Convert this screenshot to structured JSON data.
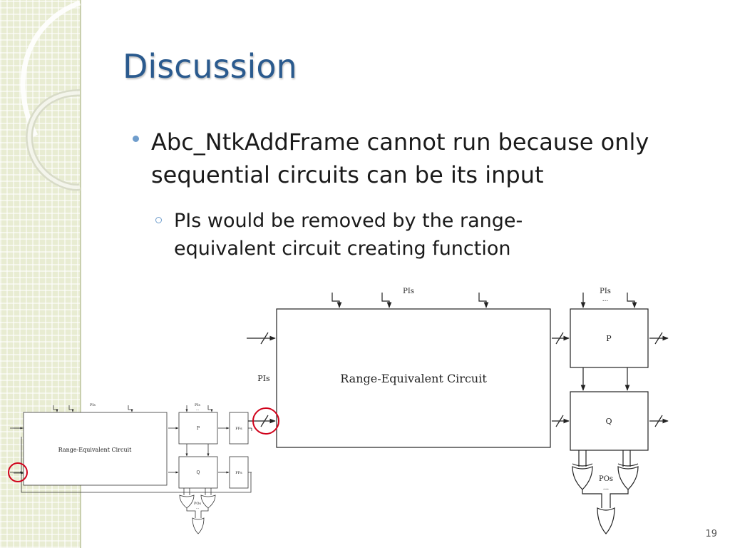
{
  "slide": {
    "title": "Discussion",
    "bullet_1": "Abc_NtkAddFrame cannot run because only sequential circuits can be its input",
    "bullet_1_1": "PIs would be removed by the range-equivalent circuit creating function",
    "page_number": "19"
  },
  "large_diagram": {
    "top_pis_label": "PIs",
    "left_pis_label": "PIs",
    "main_block_label": "Range-Equivalent Circuit",
    "right_pis_label": "PIs",
    "right_dots_top": "...",
    "register_p_label": "P",
    "register_q_label": "Q",
    "pos_label": "POs",
    "pos_dots": "..."
  },
  "small_diagram": {
    "top_pis_label": "PIs",
    "main_block_label": "Range-Equivalent Circuit",
    "right_pis_label": "PIs",
    "right_dots_top": "...",
    "register_p_label": "P",
    "register_q_label": "Q",
    "ffs_label_1": "FFs",
    "ffs_label_2": "FFs",
    "pos_label": "POs",
    "pos_dots": "..."
  },
  "colors": {
    "title": "#2a5a8e",
    "bullet": "#6f9dcc",
    "highlight_circle": "#d0021b",
    "sidebar": "#e8ecd2"
  }
}
